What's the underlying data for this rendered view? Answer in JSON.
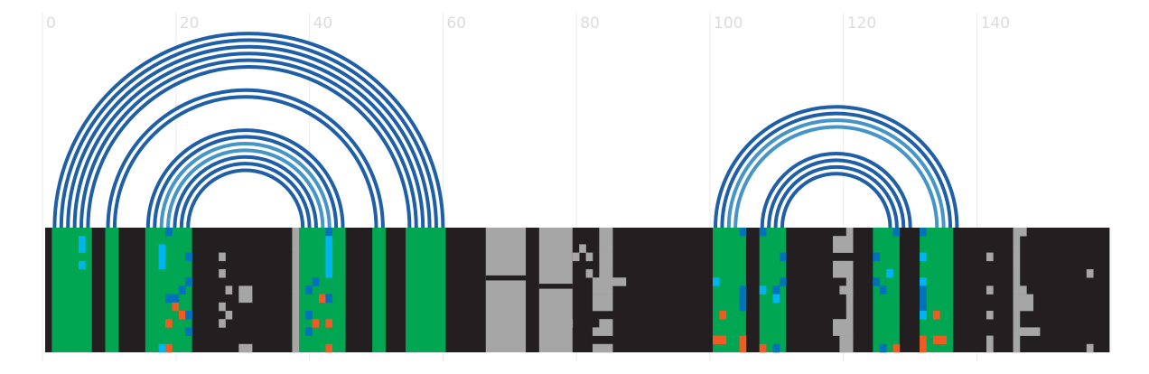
{
  "chart_data": {
    "type": "arc-alignment",
    "x_axis": {
      "ticks": [
        0,
        20,
        40,
        60,
        80,
        100,
        120,
        140
      ],
      "tick_labels": [
        "0",
        "20",
        "40",
        "60",
        "80",
        "100",
        "120",
        "140"
      ],
      "range": [
        0,
        160
      ],
      "grid": true
    },
    "colors": {
      "paired": "#00a651",
      "gc": "#00b4f0",
      "substitution": "#0072bc",
      "mutation": "#f15a22",
      "gap": "#a6a6a6",
      "unpaired": "#231f20",
      "arc_dark": "#1f5fa8",
      "arc_light": "#4595c8"
    },
    "rows": 15,
    "stems": [
      {
        "left_start": 1,
        "right_end": 60,
        "count": 6,
        "shade": "dark"
      },
      {
        "left_start": 9,
        "right_end": 51,
        "count": 2,
        "shade": "dark"
      },
      {
        "left_start": 15,
        "right_end": 45,
        "count": 2,
        "shade": "dark"
      },
      {
        "left_start": 17,
        "right_end": 43,
        "count": 2,
        "shade": "light"
      },
      {
        "left_start": 19,
        "right_end": 41,
        "count": 3,
        "shade": "dark"
      },
      {
        "left_start": 100,
        "right_end": 137,
        "count": 2,
        "shade": "dark"
      },
      {
        "left_start": 102,
        "right_end": 135,
        "count": 2,
        "shade": "light"
      },
      {
        "left_start": 107,
        "right_end": 130,
        "count": 4,
        "shade": "dark"
      }
    ],
    "columns": [
      {
        "from": 0,
        "to": 1,
        "type": "unpaired"
      },
      {
        "from": 1,
        "to": 7,
        "type": "paired"
      },
      {
        "from": 7,
        "to": 9,
        "type": "unpaired"
      },
      {
        "from": 9,
        "to": 11,
        "type": "paired"
      },
      {
        "from": 11,
        "to": 15,
        "type": "unpaired"
      },
      {
        "from": 15,
        "to": 22,
        "type": "paired"
      },
      {
        "from": 22,
        "to": 38,
        "type": "unpaired"
      },
      {
        "from": 38,
        "to": 45,
        "type": "paired"
      },
      {
        "from": 45,
        "to": 49,
        "type": "unpaired"
      },
      {
        "from": 49,
        "to": 51,
        "type": "paired"
      },
      {
        "from": 51,
        "to": 54,
        "type": "unpaired"
      },
      {
        "from": 54,
        "to": 60,
        "type": "paired"
      },
      {
        "from": 60,
        "to": 66,
        "type": "unpaired"
      },
      {
        "from": 66,
        "to": 72,
        "type": "gap"
      },
      {
        "from": 72,
        "to": 74,
        "type": "unpaired"
      },
      {
        "from": 74,
        "to": 79,
        "type": "gap"
      },
      {
        "from": 79,
        "to": 100,
        "type": "unpaired"
      },
      {
        "from": 100,
        "to": 105,
        "type": "paired"
      },
      {
        "from": 105,
        "to": 107,
        "type": "unpaired"
      },
      {
        "from": 107,
        "to": 111,
        "type": "paired"
      },
      {
        "from": 111,
        "to": 124,
        "type": "unpaired"
      },
      {
        "from": 124,
        "to": 128,
        "type": "paired"
      },
      {
        "from": 128,
        "to": 131,
        "type": "unpaired"
      },
      {
        "from": 131,
        "to": 136,
        "type": "paired"
      },
      {
        "from": 136,
        "to": 160,
        "type": "unpaired"
      }
    ],
    "cells": [
      {
        "pos": 5,
        "rows": [
          1,
          2
        ],
        "type": "gc"
      },
      {
        "pos": 5,
        "rows": [
          4
        ],
        "type": "gc"
      },
      {
        "pos": 17,
        "rows": [
          2,
          3,
          4
        ],
        "type": "gc"
      },
      {
        "pos": 17,
        "rows": [
          14
        ],
        "type": "gc"
      },
      {
        "pos": 18,
        "rows": [
          0
        ],
        "type": "substitution"
      },
      {
        "pos": 18,
        "rows": [
          8
        ],
        "type": "substitution"
      },
      {
        "pos": 18,
        "rows": [
          11
        ],
        "type": "mutation"
      },
      {
        "pos": 18,
        "rows": [
          14
        ],
        "type": "mutation"
      },
      {
        "pos": 19,
        "rows": [
          8
        ],
        "type": "substitution"
      },
      {
        "pos": 19,
        "rows": [
          9
        ],
        "type": "mutation"
      },
      {
        "pos": 20,
        "rows": [
          7
        ],
        "type": "substitution"
      },
      {
        "pos": 20,
        "rows": [
          10
        ],
        "type": "mutation"
      },
      {
        "pos": 21,
        "rows": [
          3
        ],
        "type": "substitution"
      },
      {
        "pos": 21,
        "rows": [
          6
        ],
        "type": "substitution"
      },
      {
        "pos": 21,
        "rows": [
          10
        ],
        "type": "substitution"
      },
      {
        "pos": 21,
        "rows": [
          12
        ],
        "type": "substitution"
      },
      {
        "pos": 39,
        "rows": [
          7
        ],
        "type": "substitution"
      },
      {
        "pos": 39,
        "rows": [
          10
        ],
        "type": "substitution"
      },
      {
        "pos": 39,
        "rows": [
          12
        ],
        "type": "substitution"
      },
      {
        "pos": 40,
        "rows": [
          6
        ],
        "type": "substitution"
      },
      {
        "pos": 40,
        "rows": [
          11
        ],
        "type": "mutation"
      },
      {
        "pos": 41,
        "rows": [
          8
        ],
        "type": "mutation"
      },
      {
        "pos": 42,
        "rows": [
          0
        ],
        "type": "substitution"
      },
      {
        "pos": 42,
        "rows": [
          1,
          2,
          3,
          4,
          5
        ],
        "type": "gc"
      },
      {
        "pos": 42,
        "rows": [
          8
        ],
        "type": "substitution"
      },
      {
        "pos": 42,
        "rows": [
          11
        ],
        "type": "mutation"
      },
      {
        "pos": 42,
        "rows": [
          14
        ],
        "type": "mutation"
      },
      {
        "pos": 100,
        "rows": [
          6
        ],
        "type": "gc"
      },
      {
        "pos": 100,
        "rows": [
          13
        ],
        "type": "mutation"
      },
      {
        "pos": 101,
        "rows": [
          10
        ],
        "type": "mutation"
      },
      {
        "pos": 101,
        "rows": [
          13
        ],
        "type": "mutation"
      },
      {
        "pos": 104,
        "rows": [
          0
        ],
        "type": "substitution"
      },
      {
        "pos": 104,
        "rows": [
          7,
          8,
          9
        ],
        "type": "substitution"
      },
      {
        "pos": 104,
        "rows": [
          13,
          14
        ],
        "type": "mutation"
      },
      {
        "pos": 107,
        "rows": [
          0
        ],
        "type": "substitution"
      },
      {
        "pos": 107,
        "rows": [
          7
        ],
        "type": "gc"
      },
      {
        "pos": 107,
        "rows": [
          14
        ],
        "type": "mutation"
      },
      {
        "pos": 109,
        "rows": [
          7
        ],
        "type": "substitution"
      },
      {
        "pos": 109,
        "rows": [
          8
        ],
        "type": "gc"
      },
      {
        "pos": 109,
        "rows": [
          14
        ],
        "type": "substitution"
      },
      {
        "pos": 110,
        "rows": [
          3
        ],
        "type": "substitution"
      },
      {
        "pos": 110,
        "rows": [
          6
        ],
        "type": "substitution"
      },
      {
        "pos": 124,
        "rows": [
          3
        ],
        "type": "substitution"
      },
      {
        "pos": 124,
        "rows": [
          6
        ],
        "type": "substitution"
      },
      {
        "pos": 125,
        "rows": [
          7
        ],
        "type": "substitution"
      },
      {
        "pos": 125,
        "rows": [
          14
        ],
        "type": "substitution"
      },
      {
        "pos": 126,
        "rows": [
          5
        ],
        "type": "gc"
      },
      {
        "pos": 127,
        "rows": [
          0
        ],
        "type": "substitution"
      },
      {
        "pos": 127,
        "rows": [
          14
        ],
        "type": "mutation"
      },
      {
        "pos": 131,
        "rows": [
          0
        ],
        "type": "substitution"
      },
      {
        "pos": 131,
        "rows": [
          3
        ],
        "type": "gc"
      },
      {
        "pos": 131,
        "rows": [
          6
        ],
        "type": "gc"
      },
      {
        "pos": 131,
        "rows": [
          7,
          8,
          9
        ],
        "type": "substitution"
      },
      {
        "pos": 131,
        "rows": [
          10
        ],
        "type": "gc"
      },
      {
        "pos": 131,
        "rows": [
          13,
          14
        ],
        "type": "mutation"
      },
      {
        "pos": 133,
        "rows": [
          10
        ],
        "type": "mutation"
      },
      {
        "pos": 133,
        "rows": [
          13
        ],
        "type": "mutation"
      },
      {
        "pos": 134,
        "rows": [
          13
        ],
        "type": "mutation"
      },
      {
        "pos": 26,
        "rows": [
          3
        ],
        "type": "gap"
      },
      {
        "pos": 26,
        "rows": [
          5
        ],
        "type": "gap"
      },
      {
        "pos": 26,
        "rows": [
          9
        ],
        "type": "gap"
      },
      {
        "pos": 26,
        "rows": [
          11
        ],
        "type": "gap"
      },
      {
        "pos": 27,
        "rows": [
          7
        ],
        "type": "gap"
      },
      {
        "pos": 27,
        "rows": [
          10
        ],
        "type": "gap"
      },
      {
        "pos": 29,
        "rows": [
          7,
          8
        ],
        "type": "gap"
      },
      {
        "pos": 30,
        "rows": [
          7,
          8
        ],
        "type": "gap"
      },
      {
        "pos": 29,
        "rows": [
          14
        ],
        "type": "gap"
      },
      {
        "pos": 30,
        "rows": [
          14
        ],
        "type": "gap"
      },
      {
        "pos": 37,
        "rows": [
          0,
          1,
          2,
          3,
          4,
          5,
          6,
          7,
          8,
          9,
          10,
          11,
          12,
          13,
          14
        ],
        "type": "gap"
      },
      {
        "pos": 80,
        "rows": [
          2
        ],
        "type": "gap"
      },
      {
        "pos": 81,
        "rows": [
          3
        ],
        "type": "gap"
      },
      {
        "pos": 81,
        "rows": [
          5
        ],
        "type": "gap"
      },
      {
        "pos": 82,
        "rows": [
          6
        ],
        "type": "gap"
      },
      {
        "pos": 83,
        "rows": [
          6
        ],
        "type": "gap"
      },
      {
        "pos": 84,
        "rows": [
          6
        ],
        "type": "gap"
      },
      {
        "pos": 85,
        "rows": [
          6
        ],
        "type": "gap"
      },
      {
        "pos": 86,
        "rows": [
          6
        ],
        "type": "gap"
      },
      {
        "pos": 83,
        "rows": [
          0,
          1,
          2,
          3,
          4,
          5
        ],
        "type": "gap"
      },
      {
        "pos": 84,
        "rows": [
          0,
          1,
          2,
          3,
          4,
          5
        ],
        "type": "gap"
      },
      {
        "pos": 82,
        "rows": [
          7,
          8,
          9
        ],
        "type": "gap"
      },
      {
        "pos": 83,
        "rows": [
          7,
          8,
          9
        ],
        "type": "gap"
      },
      {
        "pos": 84,
        "rows": [
          7,
          8,
          9
        ],
        "type": "gap"
      },
      {
        "pos": 83,
        "rows": [
          11
        ],
        "type": "gap"
      },
      {
        "pos": 84,
        "rows": [
          11
        ],
        "type": "gap"
      },
      {
        "pos": 82,
        "rows": [
          12
        ],
        "type": "gap"
      },
      {
        "pos": 83,
        "rows": [
          12
        ],
        "type": "gap"
      },
      {
        "pos": 84,
        "rows": [
          12
        ],
        "type": "gap"
      },
      {
        "pos": 82,
        "rows": [
          14
        ],
        "type": "gap"
      },
      {
        "pos": 83,
        "rows": [
          14
        ],
        "type": "gap"
      },
      {
        "pos": 84,
        "rows": [
          14
        ],
        "type": "gap"
      },
      {
        "pos": 79,
        "rows": [
          3
        ],
        "type": "gap"
      },
      {
        "pos": 78,
        "rows": [
          11
        ],
        "type": "gap"
      },
      {
        "pos": 118,
        "rows": [
          1,
          2
        ],
        "type": "gap"
      },
      {
        "pos": 119,
        "rows": [
          1,
          2
        ],
        "type": "gap"
      },
      {
        "pos": 120,
        "rows": [
          0,
          1,
          2
        ],
        "type": "gap"
      },
      {
        "pos": 118,
        "rows": [
          4,
          5
        ],
        "type": "gap"
      },
      {
        "pos": 119,
        "rows": [
          4,
          5
        ],
        "type": "gap"
      },
      {
        "pos": 120,
        "rows": [
          4,
          5,
          6
        ],
        "type": "gap"
      },
      {
        "pos": 119,
        "rows": [
          7
        ],
        "type": "gap"
      },
      {
        "pos": 120,
        "rows": [
          7,
          8,
          9,
          10,
          11,
          12,
          13,
          14
        ],
        "type": "gap"
      },
      {
        "pos": 118,
        "rows": [
          11,
          12
        ],
        "type": "gap"
      },
      {
        "pos": 119,
        "rows": [
          11,
          12
        ],
        "type": "gap"
      },
      {
        "pos": 119,
        "rows": [
          13,
          14
        ],
        "type": "gap"
      },
      {
        "pos": 141,
        "rows": [
          3
        ],
        "type": "gap"
      },
      {
        "pos": 141,
        "rows": [
          7
        ],
        "type": "gap"
      },
      {
        "pos": 141,
        "rows": [
          10
        ],
        "type": "gap"
      },
      {
        "pos": 141,
        "rows": [
          13,
          14
        ],
        "type": "gap"
      },
      {
        "pos": 145,
        "rows": [
          0,
          1,
          2,
          3,
          4,
          5,
          6,
          7,
          8,
          9,
          10,
          11,
          12,
          13,
          14
        ],
        "type": "gap"
      },
      {
        "pos": 146,
        "rows": [
          0
        ],
        "type": "gap"
      },
      {
        "pos": 146,
        "rows": [
          7,
          8,
          9
        ],
        "type": "gap"
      },
      {
        "pos": 146,
        "rows": [
          12
        ],
        "type": "gap"
      },
      {
        "pos": 147,
        "rows": [
          8,
          9
        ],
        "type": "gap"
      },
      {
        "pos": 147,
        "rows": [
          12
        ],
        "type": "gap"
      },
      {
        "pos": 148,
        "rows": [
          12
        ],
        "type": "gap"
      },
      {
        "pos": 156,
        "rows": [
          5
        ],
        "type": "gap"
      },
      {
        "pos": 156,
        "rows": [
          14
        ],
        "type": "gap"
      }
    ]
  }
}
